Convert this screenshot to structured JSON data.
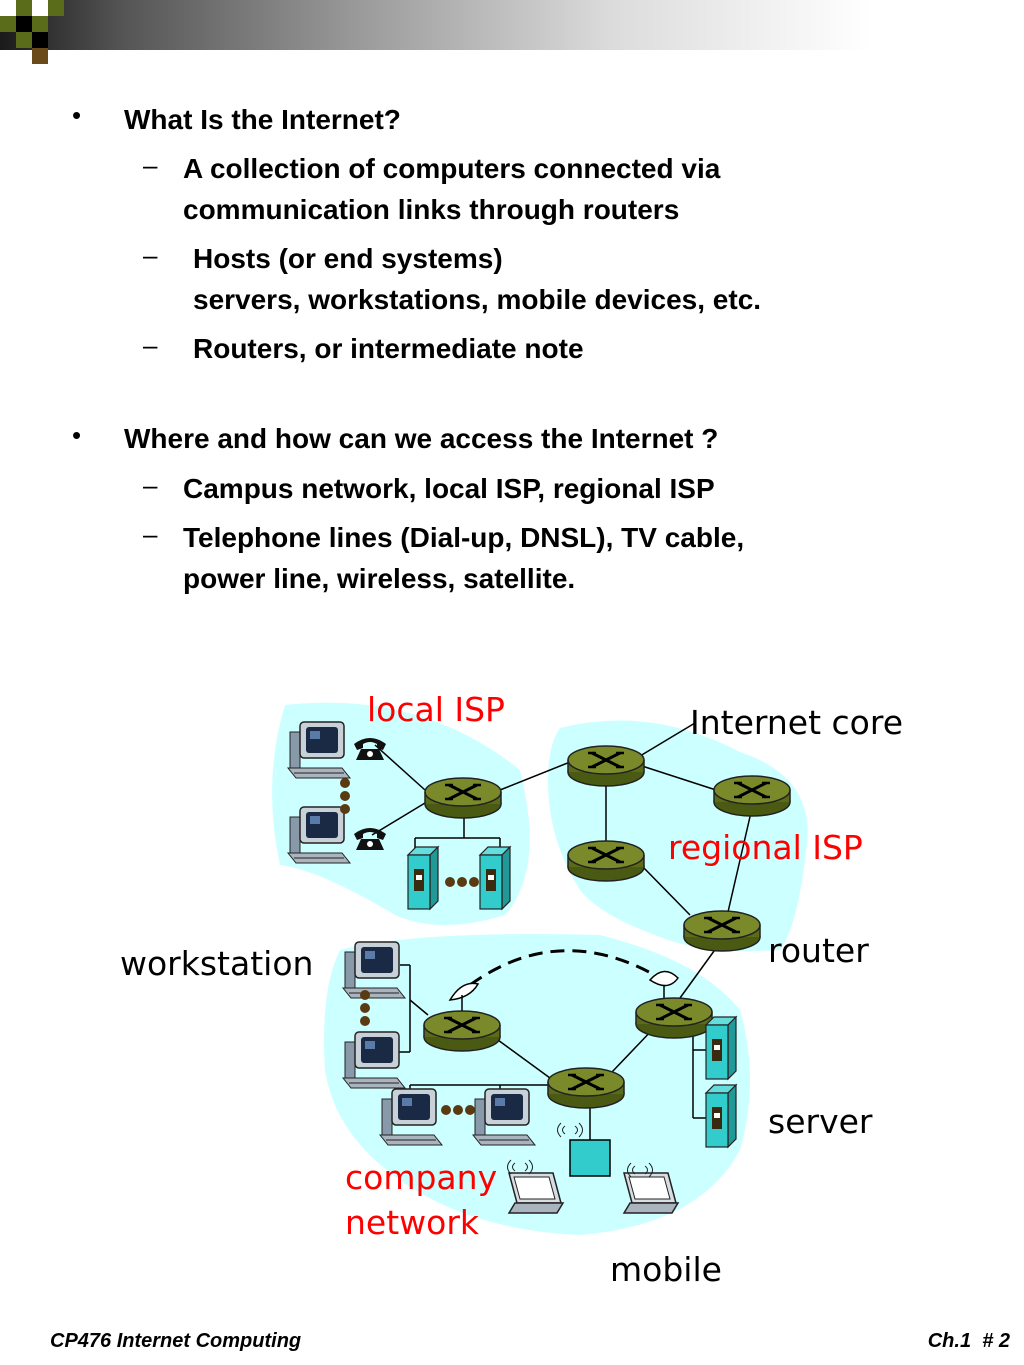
{
  "slide": {
    "bullets": [
      {
        "heading": "What Is the Internet?",
        "items": [
          {
            "line1": "A collection of computers connected via",
            "line2": "communication links through routers"
          },
          {
            "line1": "Hosts (or end systems)",
            "line2": "servers, workstations, mobile devices, etc."
          },
          {
            "line1": "Routers, or intermediate note"
          }
        ]
      },
      {
        "heading": "Where and how can we access the Internet ?",
        "items": [
          {
            "line1": "Campus network, local ISP, regional ISP"
          },
          {
            "line1": "Telephone lines (Dial-up, DNSL), TV cable,",
            "line2": "power line, wireless, satellite."
          }
        ]
      }
    ]
  },
  "diagram": {
    "labels": {
      "local_isp": "local ISP",
      "internet_core": "Internet core",
      "regional_isp": "regional ISP",
      "router": "router",
      "workstation": "workstation",
      "server": "server",
      "company_line1": "company",
      "company_line2": "network",
      "mobile": "mobile"
    },
    "colors": {
      "cloud": "#ccffff",
      "router": "#5a6b1a",
      "router_top": "#7a8a2a",
      "server": "#33cccc",
      "accent_red": "#ff0000"
    },
    "icons": [
      "router-icon",
      "workstation-icon",
      "server-icon",
      "telephone-icon",
      "laptop-icon",
      "satellite-dish-icon",
      "wireless-base-station-icon"
    ]
  },
  "footer": {
    "left": "CP476 Internet Computing",
    "right": "Ch.1  # 2"
  }
}
